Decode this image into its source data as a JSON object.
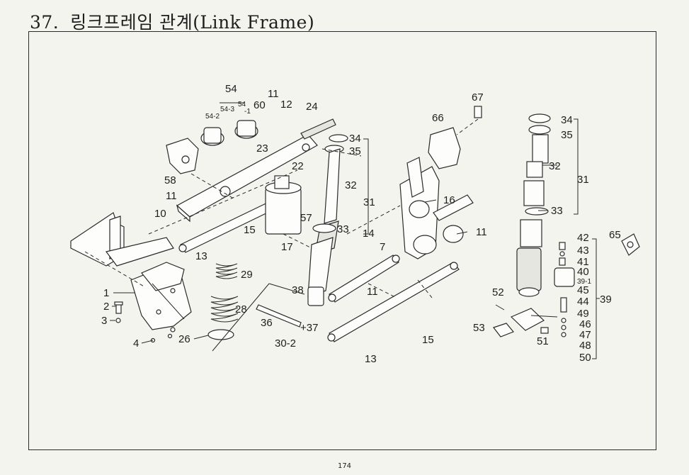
{
  "header": {
    "section_number": "37.",
    "title": "링크프레임 관계(Link Frame)"
  },
  "page_number": "174",
  "callouts": [
    "54",
    "54-3",
    "54",
    "-1",
    "54-2",
    "60",
    "11",
    "12",
    "24",
    "23",
    "22",
    "58",
    "11",
    "10",
    "15",
    "57",
    "17",
    "13",
    "29",
    "28",
    "26",
    "1",
    "2",
    "3",
    "4",
    "34",
    "35",
    "32",
    "31",
    "33",
    "14",
    "7",
    "38",
    "11",
    "36",
    "+37",
    "30-2",
    "13",
    "15",
    "67",
    "66",
    "16",
    "11",
    "34",
    "35",
    "32",
    "31",
    "33",
    "42",
    "43",
    "41",
    "40",
    "39-1",
    "45",
    "39",
    "44",
    "49",
    "46",
    "47",
    "48",
    "50",
    "52",
    "53",
    "51",
    "65"
  ]
}
